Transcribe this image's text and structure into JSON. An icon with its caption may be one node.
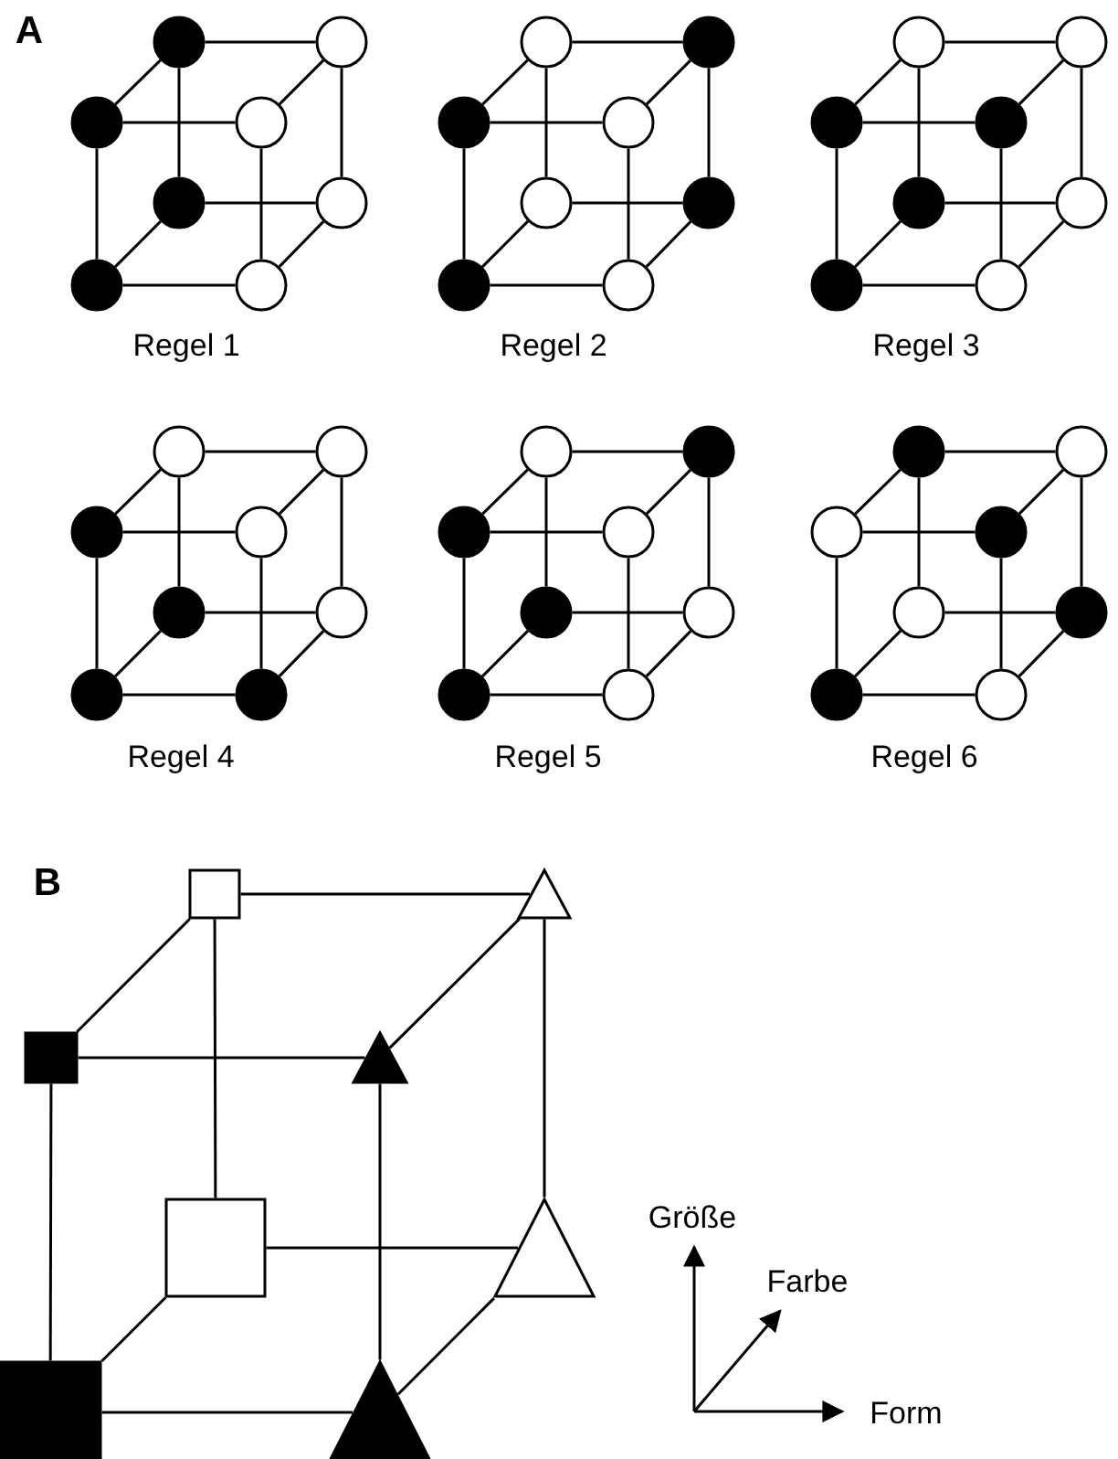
{
  "diagram": {
    "nodes": [
      {
        "text": [],
        "shape": "dot"
      },
      {
        "text": [],
        "shape": "circle"
      },
      {
        "text": [],
        "shape": "dot"
      },
      {
        "text": [],
        "shape": "circle"
      },
      {
        "text": [],
        "shape": "dot"
      },
      {
        "text": [],
        "shape": "circle"
      },
      {
        "text": [],
        "shape": "dot"
      },
      {
        "text": [],
        "shape": "circle"
      },
      {
        "text": [],
        "shape": "circle"
      },
      {
        "text": [],
        "shape": "dot"
      },
      {
        "text": [],
        "shape": "dot"
      },
      {
        "text": [],
        "shape": "circle"
      },
      {
        "text": [],
        "shape": "circle"
      },
      {
        "text": [],
        "shape": "dot"
      },
      {
        "text": [],
        "shape": "dot"
      },
      {
        "text": [],
        "shape": "circle"
      },
      {
        "text": [],
        "shape": "circle"
      },
      {
        "text": [],
        "shape": "circle"
      },
      {
        "text": [],
        "shape": "dot"
      },
      {
        "text": [],
        "shape": "dot"
      },
      {
        "text": [],
        "shape": "dot"
      },
      {
        "text": [],
        "shape": "circle"
      },
      {
        "text": [],
        "shape": "dot"
      },
      {
        "text": [],
        "shape": "circle"
      },
      {
        "text": [],
        "shape": "circle"
      },
      {
        "text": [],
        "shape": "circle"
      },
      {
        "text": [],
        "shape": "dot"
      },
      {
        "text": [],
        "shape": "circle"
      },
      {
        "text": [],
        "shape": "dot"
      },
      {
        "text": [],
        "shape": "circle"
      },
      {
        "text": [],
        "shape": "dot"
      },
      {
        "text": [],
        "shape": "dot"
      },
      {
        "text": [],
        "shape": "circle"
      },
      {
        "text": [],
        "shape": "dot"
      },
      {
        "text": [],
        "shape": "dot"
      },
      {
        "text": [],
        "shape": "circle"
      },
      {
        "text": [],
        "shape": "dot"
      },
      {
        "text": [],
        "shape": "circle"
      },
      {
        "text": [],
        "shape": "dot"
      },
      {
        "text": [],
        "shape": "circle"
      },
      {
        "text": [],
        "shape": "dot"
      },
      {
        "text": [],
        "shape": "circle"
      },
      {
        "text": [],
        "shape": "circle"
      },
      {
        "text": [],
        "shape": "dot"
      },
      {
        "text": [],
        "shape": "circle"
      },
      {
        "text": [],
        "shape": "dot"
      },
      {
        "text": [],
        "shape": "dot"
      },
      {
        "text": [],
        "shape": "circle"
      },
      {
        "text": [],
        "shape": "box"
      },
      {
        "text": [],
        "shape": "triangle"
      },
      {
        "text": [],
        "shape": "box"
      },
      {
        "text": [],
        "shape": "triangle"
      },
      {
        "text": [],
        "shape": "box"
      },
      {
        "text": [],
        "shape": "triangle"
      },
      {
        "text": [],
        "shape": "box"
      },
      {
        "text": [],
        "shape": "triangle"
      }
    ],
    "edges": [
      {
        "from": 0,
        "to": 1,
        "arrow": "none"
      },
      {
        "from": 2,
        "to": 3,
        "arrow": "none"
      },
      {
        "from": 4,
        "to": 5,
        "arrow": "none"
      },
      {
        "from": 6,
        "to": 7,
        "arrow": "none"
      },
      {
        "from": 0,
        "to": 4,
        "arrow": "none"
      },
      {
        "from": 1,
        "to": 5,
        "arrow": "none"
      },
      {
        "from": 2,
        "to": 6,
        "arrow": "none"
      },
      {
        "from": 3,
        "to": 7,
        "arrow": "none"
      },
      {
        "from": 0,
        "to": 2,
        "arrow": "none"
      },
      {
        "from": 1,
        "to": 3,
        "arrow": "none"
      },
      {
        "from": 4,
        "to": 6,
        "arrow": "none"
      },
      {
        "from": 5,
        "to": 7,
        "arrow": "none"
      },
      {
        "from": 8,
        "to": 9,
        "arrow": "none"
      },
      {
        "from": 10,
        "to": 11,
        "arrow": "none"
      },
      {
        "from": 12,
        "to": 13,
        "arrow": "none"
      },
      {
        "from": 14,
        "to": 15,
        "arrow": "none"
      },
      {
        "from": 8,
        "to": 12,
        "arrow": "none"
      },
      {
        "from": 9,
        "to": 13,
        "arrow": "none"
      },
      {
        "from": 10,
        "to": 14,
        "arrow": "none"
      },
      {
        "from": 11,
        "to": 15,
        "arrow": "none"
      },
      {
        "from": 8,
        "to": 10,
        "arrow": "none"
      },
      {
        "from": 9,
        "to": 11,
        "arrow": "none"
      },
      {
        "from": 12,
        "to": 14,
        "arrow": "none"
      },
      {
        "from": 13,
        "to": 15,
        "arrow": "none"
      },
      {
        "from": 16,
        "to": 17,
        "arrow": "none"
      },
      {
        "from": 18,
        "to": 19,
        "arrow": "none"
      },
      {
        "from": 20,
        "to": 21,
        "arrow": "none"
      },
      {
        "from": 22,
        "to": 23,
        "arrow": "none"
      },
      {
        "from": 16,
        "to": 20,
        "arrow": "none"
      },
      {
        "from": 17,
        "to": 21,
        "arrow": "none"
      },
      {
        "from": 18,
        "to": 22,
        "arrow": "none"
      },
      {
        "from": 19,
        "to": 23,
        "arrow": "none"
      },
      {
        "from": 16,
        "to": 18,
        "arrow": "none"
      },
      {
        "from": 17,
        "to": 19,
        "arrow": "none"
      },
      {
        "from": 20,
        "to": 22,
        "arrow": "none"
      },
      {
        "from": 21,
        "to": 23,
        "arrow": "none"
      },
      {
        "from": 24,
        "to": 25,
        "arrow": "none"
      },
      {
        "from": 26,
        "to": 27,
        "arrow": "none"
      },
      {
        "from": 28,
        "to": 29,
        "arrow": "none"
      },
      {
        "from": 30,
        "to": 31,
        "arrow": "none"
      },
      {
        "from": 24,
        "to": 28,
        "arrow": "none"
      },
      {
        "from": 25,
        "to": 29,
        "arrow": "none"
      },
      {
        "from": 26,
        "to": 30,
        "arrow": "none"
      },
      {
        "from": 27,
        "to": 31,
        "arrow": "none"
      },
      {
        "from": 24,
        "to": 26,
        "arrow": "none"
      },
      {
        "from": 25,
        "to": 27,
        "arrow": "none"
      },
      {
        "from": 28,
        "to": 30,
        "arrow": "none"
      },
      {
        "from": 29,
        "to": 31,
        "arrow": "none"
      },
      {
        "from": 32,
        "to": 33,
        "arrow": "none"
      },
      {
        "from": 34,
        "to": 35,
        "arrow": "none"
      },
      {
        "from": 36,
        "to": 37,
        "arrow": "none"
      },
      {
        "from": 38,
        "to": 39,
        "arrow": "none"
      },
      {
        "from": 32,
        "to": 36,
        "arrow": "none"
      },
      {
        "from": 33,
        "to": 37,
        "arrow": "none"
      },
      {
        "from": 34,
        "to": 38,
        "arrow": "none"
      },
      {
        "from": 35,
        "to": 39,
        "arrow": "none"
      },
      {
        "from": 32,
        "to": 34,
        "arrow": "none"
      },
      {
        "from": 33,
        "to": 35,
        "arrow": "none"
      },
      {
        "from": 36,
        "to": 38,
        "arrow": "none"
      },
      {
        "from": 37,
        "to": 39,
        "arrow": "none"
      },
      {
        "from": 40,
        "to": 41,
        "arrow": "none"
      },
      {
        "from": 42,
        "to": 43,
        "arrow": "none"
      },
      {
        "from": 44,
        "to": 45,
        "arrow": "none"
      },
      {
        "from": 46,
        "to": 47,
        "arrow": "none"
      },
      {
        "from": 40,
        "to": 44,
        "arrow": "none"
      },
      {
        "from": 41,
        "to": 45,
        "arrow": "none"
      },
      {
        "from": 42,
        "to": 46,
        "arrow": "none"
      },
      {
        "from": 43,
        "to": 47,
        "arrow": "none"
      },
      {
        "from": 40,
        "to": 42,
        "arrow": "none"
      },
      {
        "from": 41,
        "to": 43,
        "arrow": "none"
      },
      {
        "from": 44,
        "to": 46,
        "arrow": "none"
      },
      {
        "from": 45,
        "to": 47,
        "arrow": "none"
      },
      {
        "from": 48,
        "to": 49,
        "arrow": "none"
      },
      {
        "from": 50,
        "to": 51,
        "arrow": "none"
      },
      {
        "from": 52,
        "to": 53,
        "arrow": "none"
      },
      {
        "from": 54,
        "to": 55,
        "arrow": "none"
      },
      {
        "from": 48,
        "to": 52,
        "arrow": "none"
      },
      {
        "from": 49,
        "to": 53,
        "arrow": "none"
      },
      {
        "from": 50,
        "to": 54,
        "arrow": "none"
      },
      {
        "from": 51,
        "to": 55,
        "arrow": "none"
      },
      {
        "from": 48,
        "to": 50,
        "arrow": "none"
      },
      {
        "from": 49,
        "to": 51,
        "arrow": "none"
      },
      {
        "from": 52,
        "to": 54,
        "arrow": "none"
      },
      {
        "from": 53,
        "to": 55,
        "arrow": "none"
      }
    ],
    "labels": [
      "A",
      "Regel 1",
      "Regel 2",
      "Regel 3",
      "Regel 4",
      "Regel 5",
      "Regel 6",
      "B",
      "Größe",
      "Farbe",
      "Form"
    ]
  }
}
